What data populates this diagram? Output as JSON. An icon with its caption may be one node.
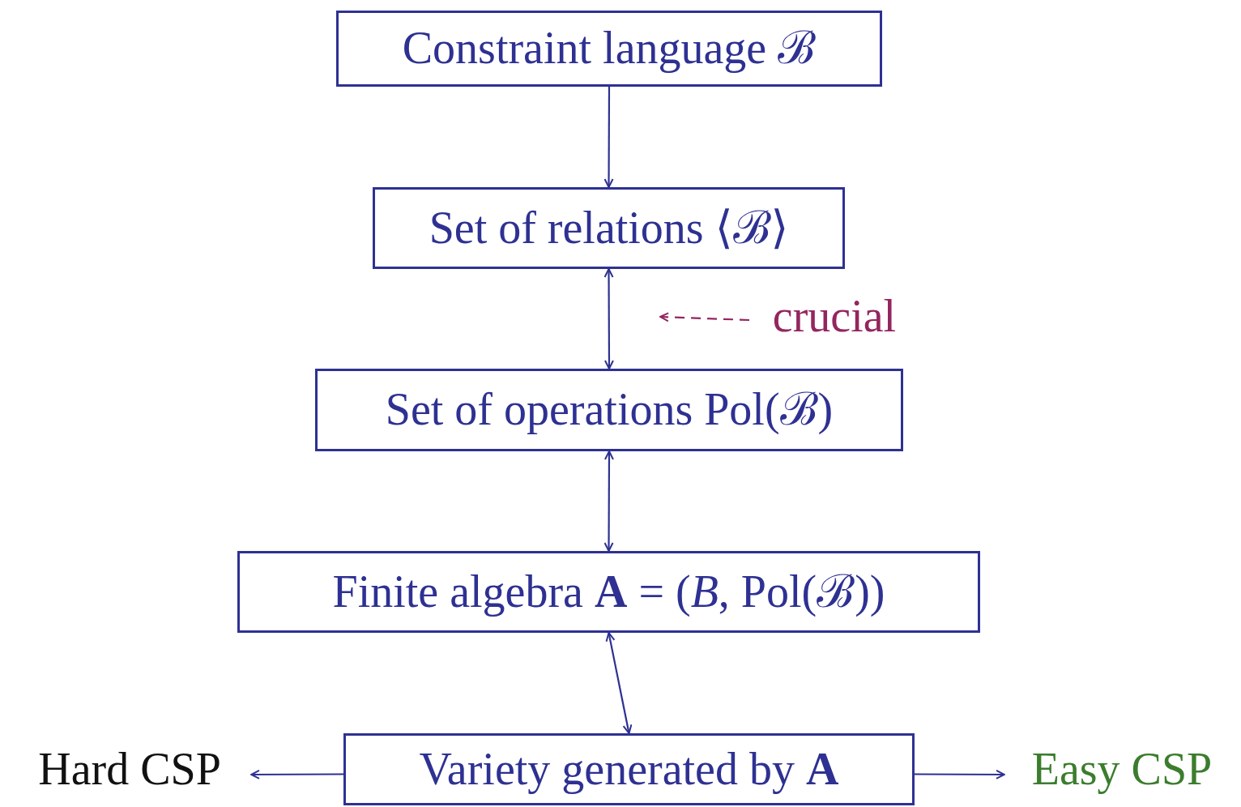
{
  "diagram": {
    "nodes": [
      {
        "text": [
          "Constraint language ℬ"
        ]
      },
      {
        "text": [
          "Set of relations ⟨ℬ⟩"
        ]
      },
      {
        "text": [
          "Set of operations Pol(ℬ)"
        ]
      },
      {
        "text": [
          "Finite algebra **A** = (*B*, Pol(ℬ))"
        ]
      },
      {
        "text": [
          "Variety generated by **A**"
        ]
      },
      {
        "text": [
          "Hard CSP"
        ]
      },
      {
        "text": [
          "Easy CSP"
        ]
      },
      {
        "text": [
          "crucial"
        ]
      }
    ],
    "edges": [
      {
        "from": 0,
        "to": 1,
        "arrow": "to"
      },
      {
        "from": 1,
        "to": 2,
        "arrow": "both"
      },
      {
        "from": 2,
        "to": 3,
        "arrow": "both"
      },
      {
        "from": 3,
        "to": 4,
        "arrow": "both"
      },
      {
        "from": 4,
        "to": 5,
        "arrow": "to"
      },
      {
        "from": 4,
        "to": 6,
        "arrow": "to"
      },
      {
        "from": 7,
        "to": null,
        "arrow": "to",
        "style": "dashed",
        "color": "#93265f"
      }
    ]
  }
}
